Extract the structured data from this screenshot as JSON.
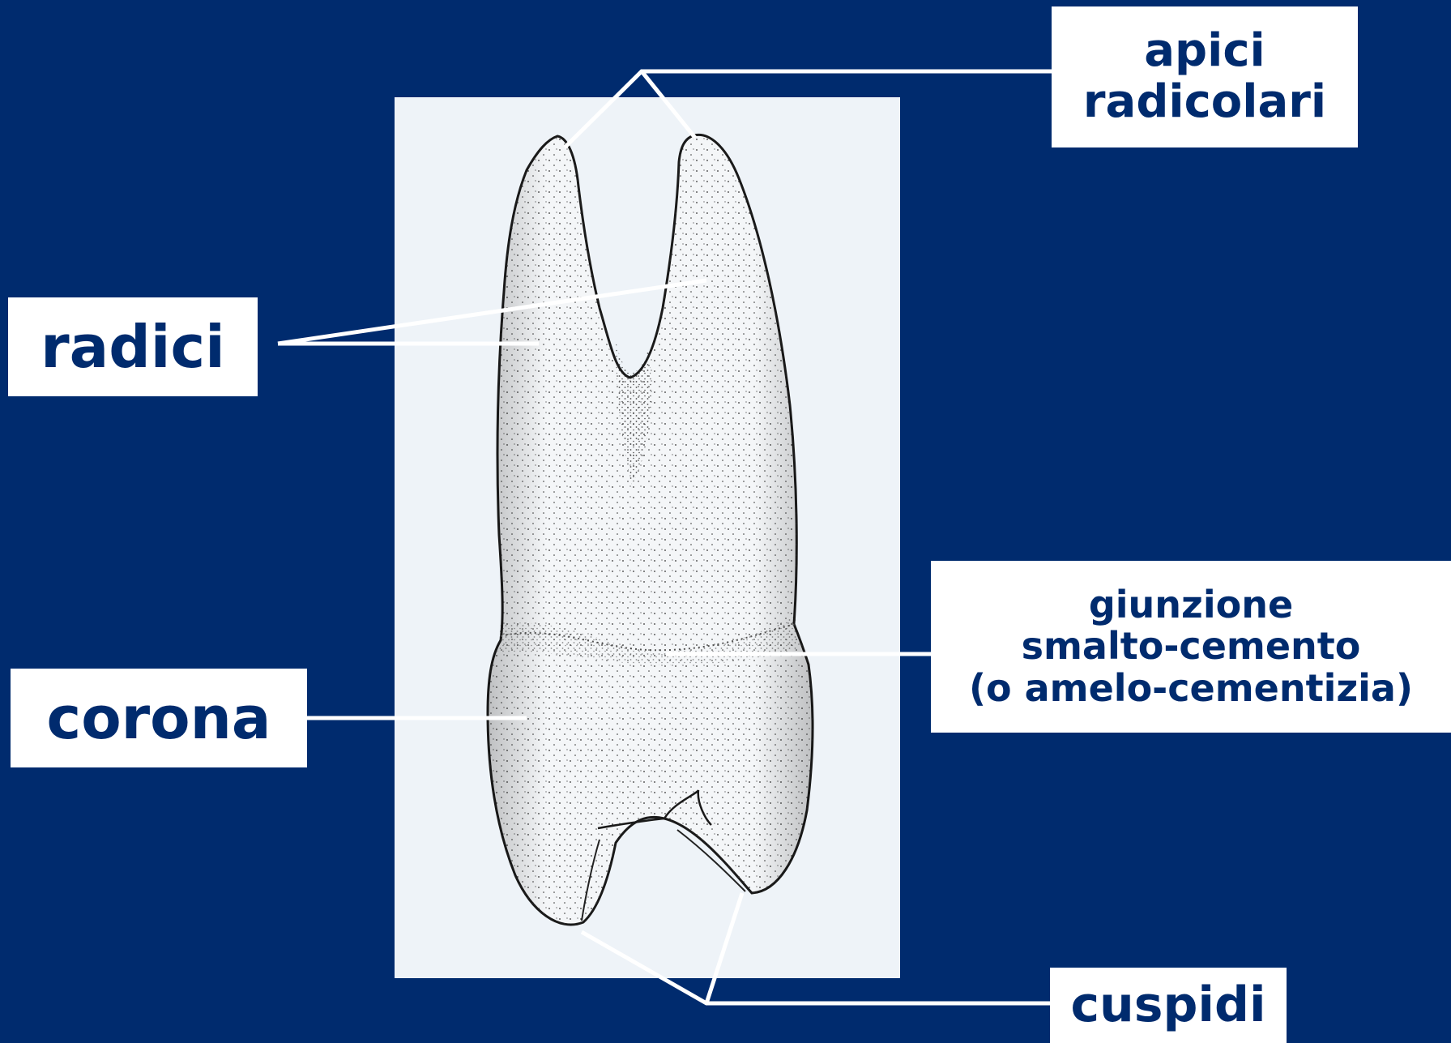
{
  "labels": {
    "apici": [
      "apici",
      "radicolari"
    ],
    "radici": "radici",
    "corona": "corona",
    "giunzione": [
      "giunzione",
      "smalto-cemento",
      "(o amelo-cementizia)"
    ],
    "cuspidi": "cuspidi"
  },
  "colors": {
    "background": "#002b6e",
    "panel": "#eef3f8",
    "label_box": "#ffffff",
    "label_text": "#002b6e",
    "leader_lines": "#ffffff",
    "tooth_outline": "#1a1a1a",
    "stipple": "#333333"
  }
}
